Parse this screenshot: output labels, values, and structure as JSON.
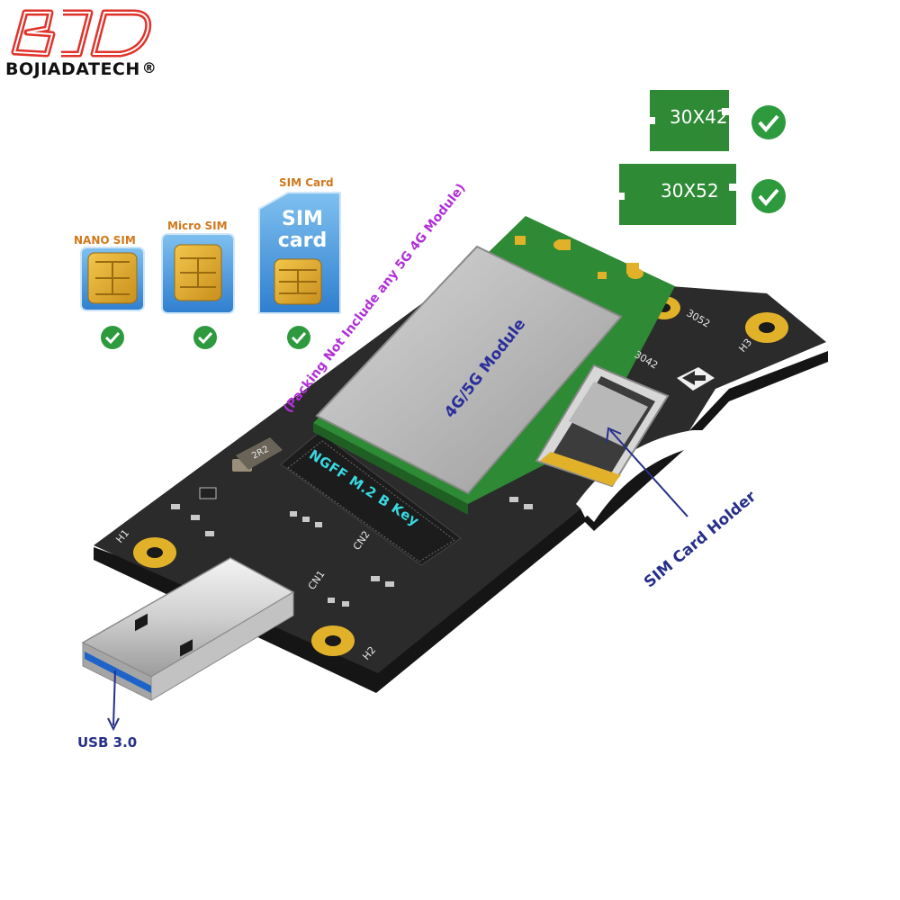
{
  "brand": {
    "logo_text": "BJD",
    "name": "BOJIADATECH",
    "registered_mark": "®"
  },
  "sim_types": [
    {
      "label": "NANO SIM"
    },
    {
      "label": "Micro SIM"
    },
    {
      "label": "SIM Card",
      "card_text_line1": "SIM",
      "card_text_line2": "card"
    }
  ],
  "module_sizes": [
    {
      "label": "30X42"
    },
    {
      "label": "30X52"
    }
  ],
  "callouts": {
    "packing_note": "(Packing Not Include any 5G 4G Module)",
    "module": "4G/5G Module",
    "slot": "NGFF M.2 B Key",
    "sim_holder": "SIM Card Holder",
    "usb": "USB 3.0"
  },
  "silkscreen": {
    "h1": "H1",
    "h2": "H2",
    "h3": "H3",
    "cn1": "CN1",
    "cn2": "CN2",
    "size_3042": "3042",
    "size_3052": "3052",
    "inductor": "2R2"
  },
  "colors": {
    "pcb": "#2b2b2b",
    "pcb_edge": "#151515",
    "gold": "#e2b12a",
    "module_pcb": "#2e8a35",
    "shield": "#b5b5b5",
    "check_green": "#2e9a3e",
    "callout_blue": "#26308a",
    "packing_purple": "#b12fd8",
    "usb_blue": "#1e63c9",
    "sim_orange": "#d0781c"
  }
}
